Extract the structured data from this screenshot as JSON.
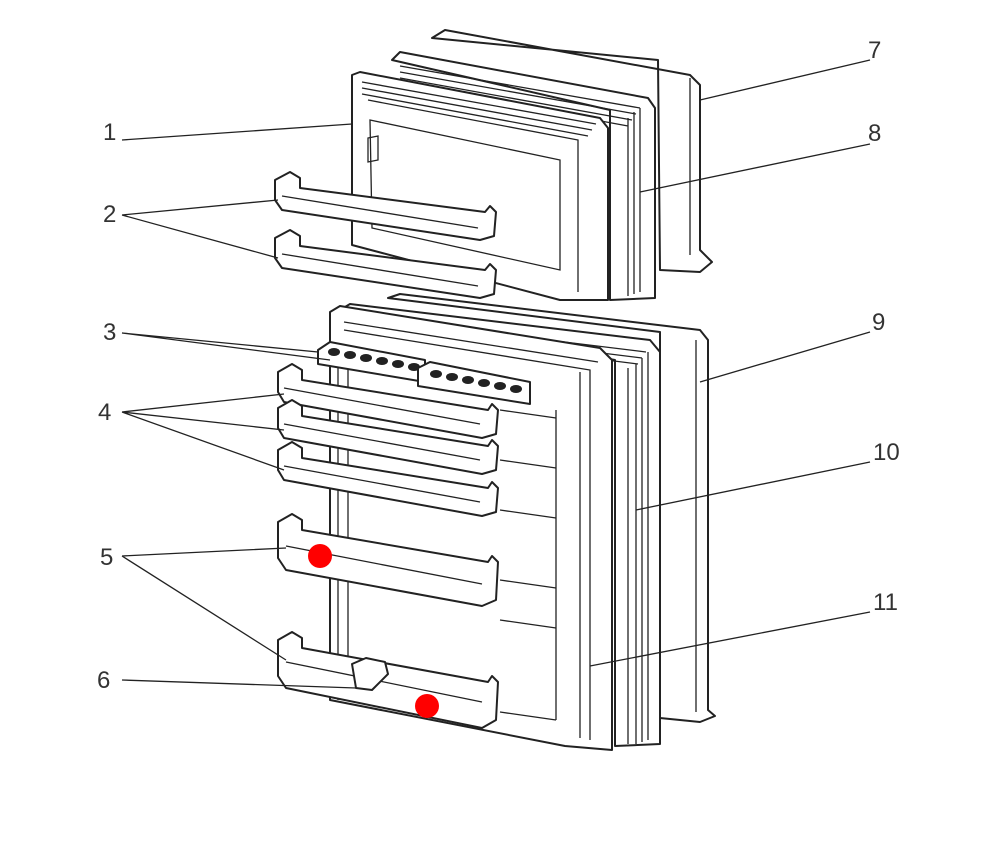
{
  "labels": [
    {
      "id": "1",
      "text": "1"
    },
    {
      "id": "2",
      "text": "2"
    },
    {
      "id": "3",
      "text": "3"
    },
    {
      "id": "4",
      "text": "4"
    },
    {
      "id": "5",
      "text": "5"
    },
    {
      "id": "6",
      "text": "6"
    },
    {
      "id": "7",
      "text": "7"
    },
    {
      "id": "8",
      "text": "8"
    },
    {
      "id": "9",
      "text": "9"
    },
    {
      "id": "10",
      "text": "10"
    },
    {
      "id": "11",
      "text": "11"
    }
  ],
  "markers": {
    "color": "#ff0000",
    "count": 2
  }
}
